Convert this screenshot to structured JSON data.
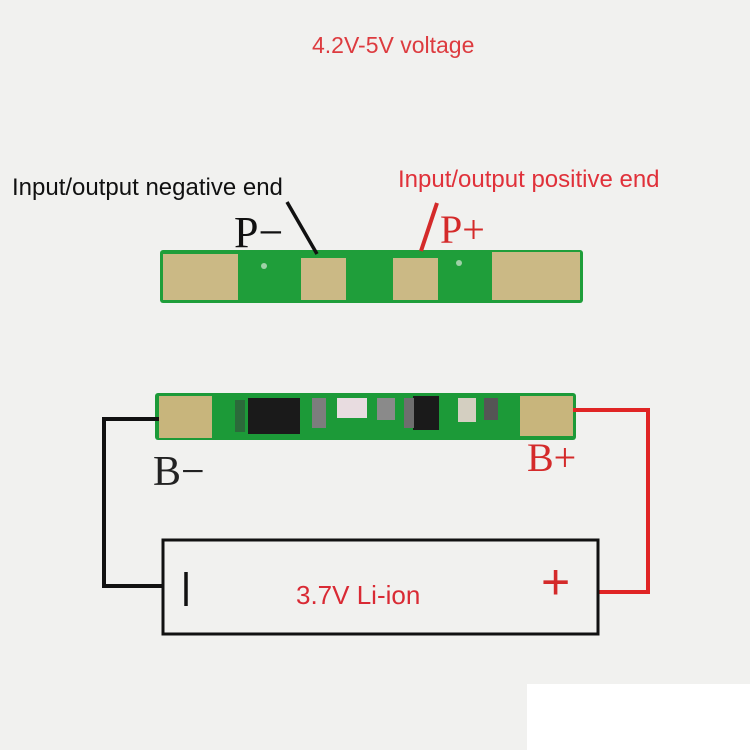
{
  "title": "4.2V-5V voltage",
  "labels": {
    "negative_end": "Input/output negative end",
    "positive_end": "Input/output positive end",
    "p_minus": "P−",
    "p_plus": "P+",
    "b_minus": "B−",
    "b_plus": "B+"
  },
  "battery": {
    "label": "3.7V Li-ion",
    "positive_symbol": "+"
  },
  "colors": {
    "pcb_green": "#1f9e3a",
    "pad_gold": "#c8b57c",
    "accent_red": "#e0313a",
    "wire_black": "#111111"
  }
}
